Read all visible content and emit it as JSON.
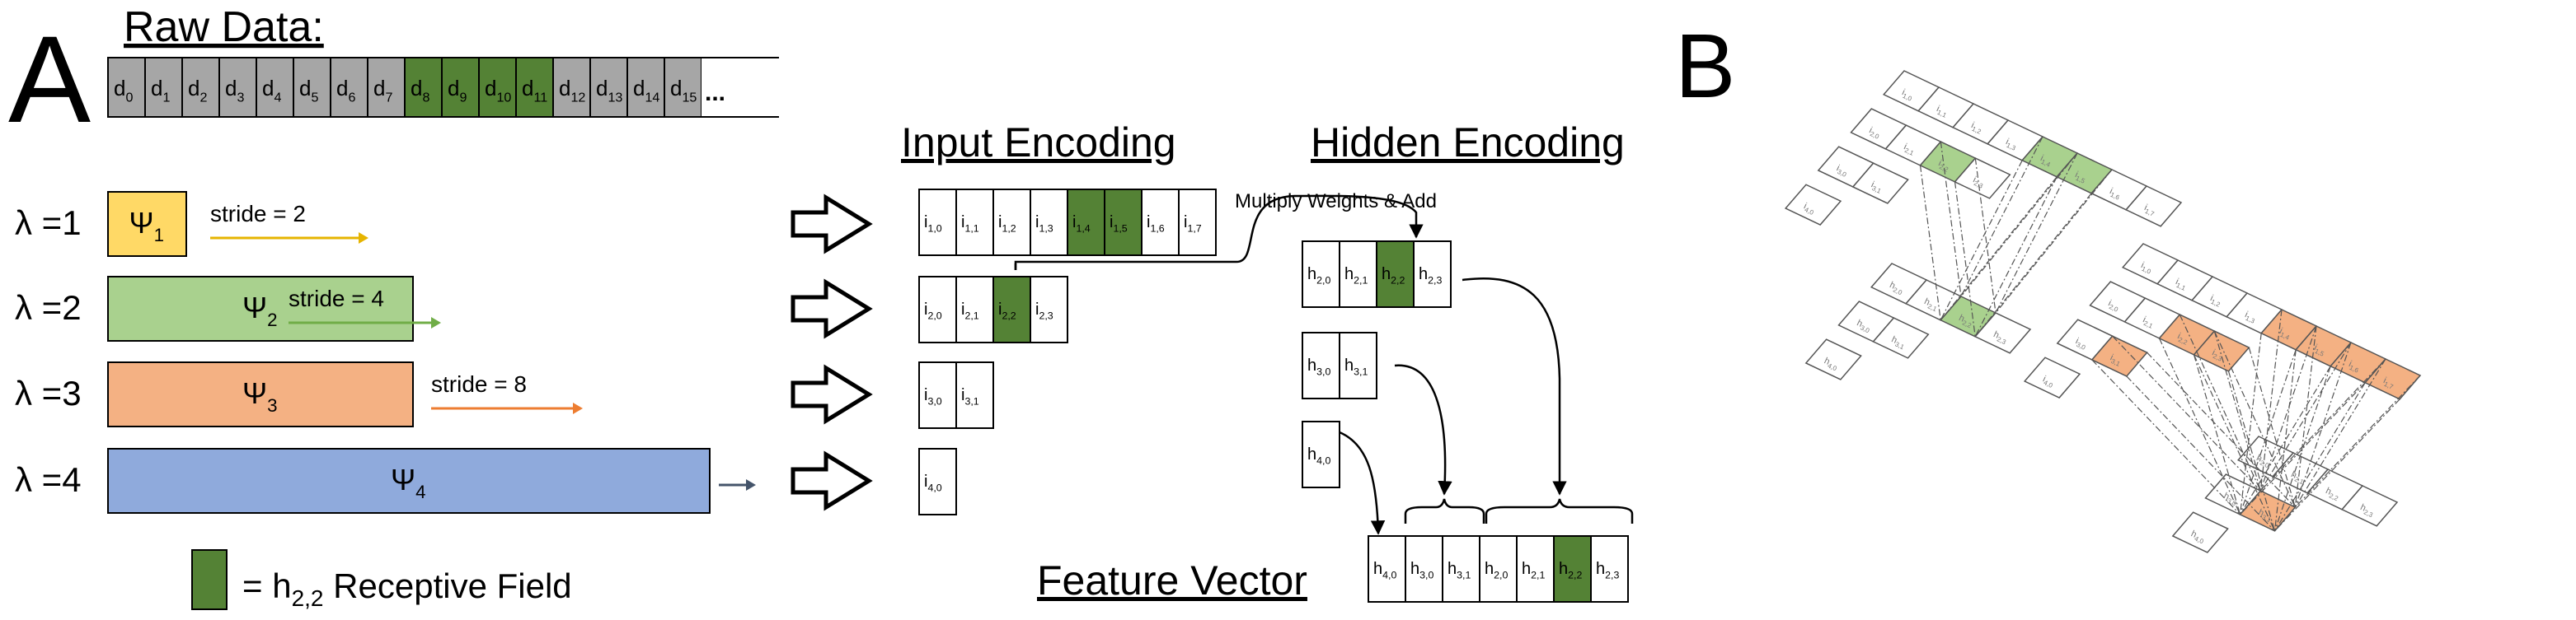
{
  "panel_a": {
    "label": "A",
    "raw_data_title": "Raw Data:",
    "raw_cells": [
      {
        "base": "d",
        "sub": "0",
        "hl": false
      },
      {
        "base": "d",
        "sub": "1",
        "hl": false
      },
      {
        "base": "d",
        "sub": "2",
        "hl": false
      },
      {
        "base": "d",
        "sub": "3",
        "hl": false
      },
      {
        "base": "d",
        "sub": "4",
        "hl": false
      },
      {
        "base": "d",
        "sub": "5",
        "hl": false
      },
      {
        "base": "d",
        "sub": "6",
        "hl": false
      },
      {
        "base": "d",
        "sub": "7",
        "hl": false
      },
      {
        "base": "d",
        "sub": "8",
        "hl": true
      },
      {
        "base": "d",
        "sub": "9",
        "hl": true
      },
      {
        "base": "d",
        "sub": "10",
        "hl": true
      },
      {
        "base": "d",
        "sub": "11",
        "hl": true
      },
      {
        "base": "d",
        "sub": "12",
        "hl": false
      },
      {
        "base": "d",
        "sub": "13",
        "hl": false
      },
      {
        "base": "d",
        "sub": "14",
        "hl": false
      },
      {
        "base": "d",
        "sub": "15",
        "hl": false
      },
      {
        "base": "...",
        "sub": "",
        "hl": false
      }
    ],
    "levels": [
      {
        "lambda": "λ =1",
        "psi": "Ψ",
        "psi_sub": "1",
        "stride": "stride = 2",
        "color": "#FFD966",
        "arrow_color": "#E6B400"
      },
      {
        "lambda": "λ =2",
        "psi": "Ψ",
        "psi_sub": "2",
        "stride": "stride = 4",
        "color": "#A9D18E",
        "arrow_color": "#70AD47"
      },
      {
        "lambda": "λ =3",
        "psi": "Ψ",
        "psi_sub": "3",
        "stride": "stride = 8",
        "color": "#F4B183",
        "arrow_color": "#ED7D31"
      },
      {
        "lambda": "λ =4",
        "psi": "Ψ",
        "psi_sub": "4",
        "stride": "",
        "color": "#8FAADC",
        "arrow_color": "#44546A"
      }
    ],
    "legend_text": "= h",
    "legend_sub": "2,2",
    "legend_suffix": " Receptive Field",
    "highlight_color": "#548235",
    "input_encoding_title": "Input Encoding",
    "hidden_encoding_title": "Hidden Encoding",
    "multiply_label": "Multiply Weights & Add",
    "feature_vector_title": "Feature Vector",
    "input_rows": [
      [
        {
          "s": "1,0"
        },
        {
          "s": "1,1"
        },
        {
          "s": "1,2"
        },
        {
          "s": "1,3"
        },
        {
          "s": "1,4",
          "hl": true
        },
        {
          "s": "1,5",
          "hl": true
        },
        {
          "s": "1,6"
        },
        {
          "s": "1,7"
        }
      ],
      [
        {
          "s": "2,0"
        },
        {
          "s": "2,1"
        },
        {
          "s": "2,2",
          "hl": true
        },
        {
          "s": "2,3"
        }
      ],
      [
        {
          "s": "3,0"
        },
        {
          "s": "3,1"
        }
      ],
      [
        {
          "s": "4,0"
        }
      ]
    ],
    "hidden_rows": [
      [
        {
          "s": "2,0"
        },
        {
          "s": "2,1"
        },
        {
          "s": "2,2",
          "hl": true
        },
        {
          "s": "2,3"
        }
      ],
      [
        {
          "s": "3,0"
        },
        {
          "s": "3,1"
        }
      ],
      [
        {
          "s": "4,0"
        }
      ]
    ],
    "feature_cells": [
      {
        "s": "4,0"
      },
      {
        "s": "3,0"
      },
      {
        "s": "3,1"
      },
      {
        "s": "2,0"
      },
      {
        "s": "2,1"
      },
      {
        "s": "2,2",
        "hl": true
      },
      {
        "s": "2,3"
      }
    ]
  },
  "panel_b": {
    "label": "B",
    "green": "#A9D18E",
    "orange": "#F4B183",
    "top_rows": [
      [
        {
          "s": "1,0"
        },
        {
          "s": "1,1"
        },
        {
          "s": "1,2"
        },
        {
          "s": "1,3"
        },
        {
          "s": "1,4",
          "hl": true
        },
        {
          "s": "1,5",
          "hl": true
        },
        {
          "s": "1,6"
        },
        {
          "s": "1,7"
        }
      ],
      [
        {
          "s": "2,0"
        },
        {
          "s": "2,1"
        },
        {
          "s": "2,2",
          "hl": true
        },
        {
          "s": "2,3"
        }
      ],
      [
        {
          "s": "3,0"
        },
        {
          "s": "3,1"
        }
      ],
      [
        {
          "s": "4,0"
        }
      ]
    ],
    "top_hidden": [
      [
        {
          "s": "2,0"
        },
        {
          "s": "2,1"
        },
        {
          "s": "2,2",
          "hl": true
        },
        {
          "s": "2,3"
        }
      ],
      [
        {
          "s": "3,0"
        },
        {
          "s": "3,1"
        }
      ],
      [
        {
          "s": "4,0"
        }
      ]
    ],
    "bottom_rows": [
      [
        {
          "s": "1,0"
        },
        {
          "s": "1,1"
        },
        {
          "s": "1,2"
        },
        {
          "s": "1,3"
        },
        {
          "s": "1,4",
          "hl": true
        },
        {
          "s": "1,5",
          "hl": true
        },
        {
          "s": "1,6",
          "hl": true
        },
        {
          "s": "1,7",
          "hl": true
        }
      ],
      [
        {
          "s": "2,0"
        },
        {
          "s": "2,1"
        },
        {
          "s": "2,2",
          "hl": true
        },
        {
          "s": "2,3",
          "hl": true
        }
      ],
      [
        {
          "s": "3,0"
        },
        {
          "s": "3,1",
          "hl": true
        }
      ],
      [
        {
          "s": "4,0"
        }
      ]
    ],
    "bottom_hidden": [
      [
        {
          "s": "2,0"
        },
        {
          "s": "2,1"
        },
        {
          "s": "2,2"
        },
        {
          "s": "2,3"
        }
      ],
      [
        {
          "s": "3,0"
        },
        {
          "s": "3,1",
          "hl": true
        }
      ],
      [
        {
          "s": "4,0"
        }
      ]
    ]
  }
}
